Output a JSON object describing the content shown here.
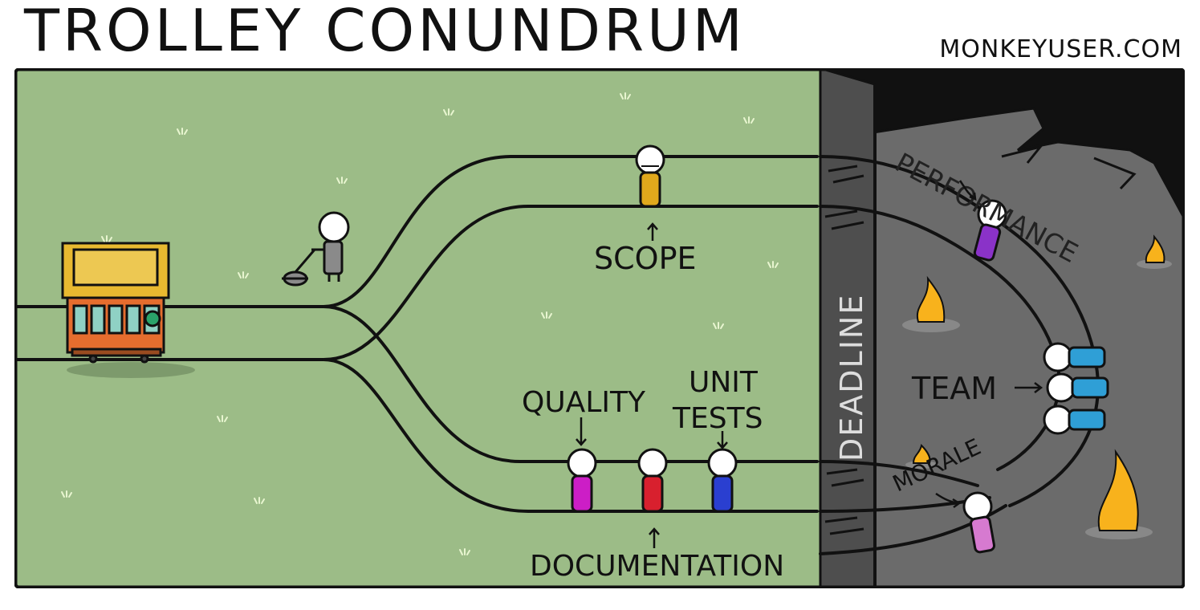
{
  "comic": {
    "title": "TROLLEY CONUNDRUM",
    "site": "MONKEYUSER.COM"
  },
  "labels": {
    "scope": "SCOPE",
    "quality": "QUALITY",
    "unit": "UNIT",
    "tests": "TESTS",
    "documentation": "DOCUMENTATION",
    "deadline": "DEADLINE",
    "performance": "PERFORMANCE",
    "team": "TEAM",
    "morale": "MORALE"
  },
  "colors": {
    "grass": "#9cbc87",
    "wall_dark": "#4a4a4a",
    "wall_face": "#616161",
    "ground_dark": "#6b6b6b",
    "sky_dark": "#111111",
    "trolley_top": "#e8b930",
    "trolley_body": "#e56d2e",
    "scope_person": "#e0a81c",
    "quality_person": "#cc1ec6",
    "documentation_person": "#d8202e",
    "unit_tests_person": "#2a3fd0",
    "performance_person": "#8a32c8",
    "team_person": "#2f9fd6",
    "morale_person": "#d67ad0",
    "fire": "#f8b21c"
  },
  "icons": [
    "trolley-icon",
    "lever-icon",
    "person-icon",
    "fire-icon",
    "grass-tuft-icon"
  ]
}
